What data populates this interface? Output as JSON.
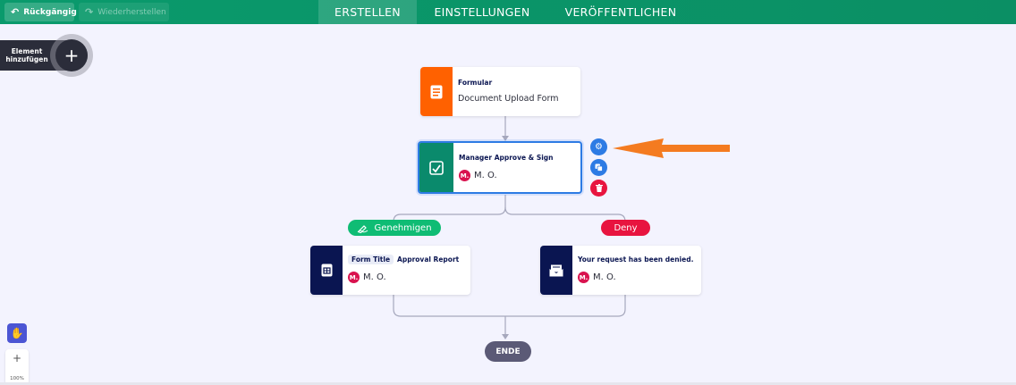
{
  "toolbar": {
    "undo_label": "Rückgängig",
    "redo_label": "Wiederherstellen",
    "undo_icon": "undo-icon",
    "redo_icon": "redo-icon"
  },
  "tabs": [
    {
      "label": "ERSTELLEN",
      "active": true
    },
    {
      "label": "EINSTELLUNGEN",
      "active": false
    },
    {
      "label": "VERÖFFENTLICHEN",
      "active": false
    }
  ],
  "add_element": {
    "label_line1": "Element",
    "label_line2": "hinzufügen",
    "icon": "plus-icon"
  },
  "nodes": {
    "form": {
      "title": "Formular",
      "subtitle": "Document Upload Form",
      "color": "#ff6100",
      "icon": "form-icon"
    },
    "approval": {
      "title": "Manager Approve & Sign",
      "avatar": "M.",
      "user": "M. O.",
      "color": "#0a8a6c",
      "icon": "approve-sign-icon"
    },
    "approve_branch": {
      "tag": "Form Title",
      "title": "Approval Report",
      "avatar": "M.",
      "user": "M. O.",
      "color": "#0a1551",
      "icon": "report-icon"
    },
    "deny_branch": {
      "title": "Your request has been denied.",
      "avatar": "M.",
      "user": "M. O.",
      "color": "#0a1551",
      "icon": "email-icon"
    }
  },
  "branches": {
    "approve": {
      "label": "Genehmigen",
      "color": "#0fbc74",
      "icon": "signature-pen-icon"
    },
    "deny": {
      "label": "Deny",
      "color": "#e8143f"
    }
  },
  "node_actions": {
    "settings": {
      "icon": "gear-icon",
      "color": "#2d7be4"
    },
    "duplicate": {
      "icon": "copy-icon",
      "color": "#2d7be4"
    },
    "delete": {
      "icon": "trash-icon",
      "color": "#e8143f"
    }
  },
  "end": {
    "label": "ENDE"
  },
  "zoom": {
    "level": "100%",
    "plus": "+"
  },
  "annotation": {
    "arrow_color": "#f47b20"
  }
}
